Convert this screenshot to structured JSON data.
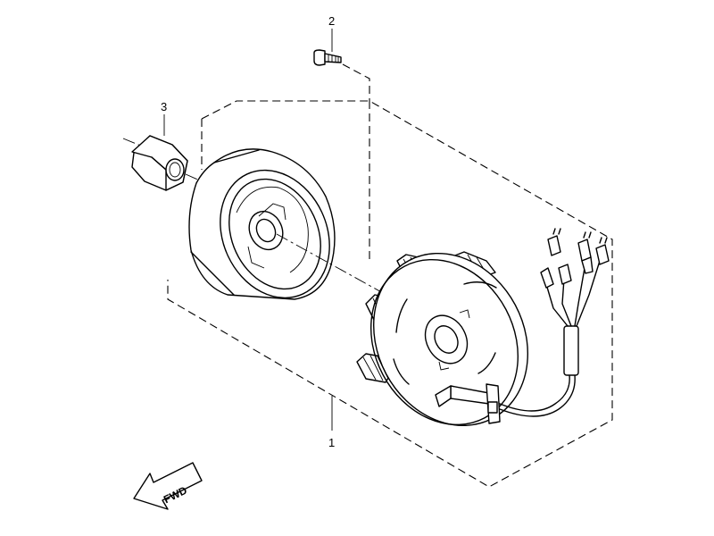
{
  "parts": [
    {
      "number": "1",
      "name_hidden": false
    },
    {
      "number": "2",
      "name_hidden": false
    },
    {
      "number": "3",
      "name_hidden": false
    }
  ],
  "direction_label": "FWD"
}
